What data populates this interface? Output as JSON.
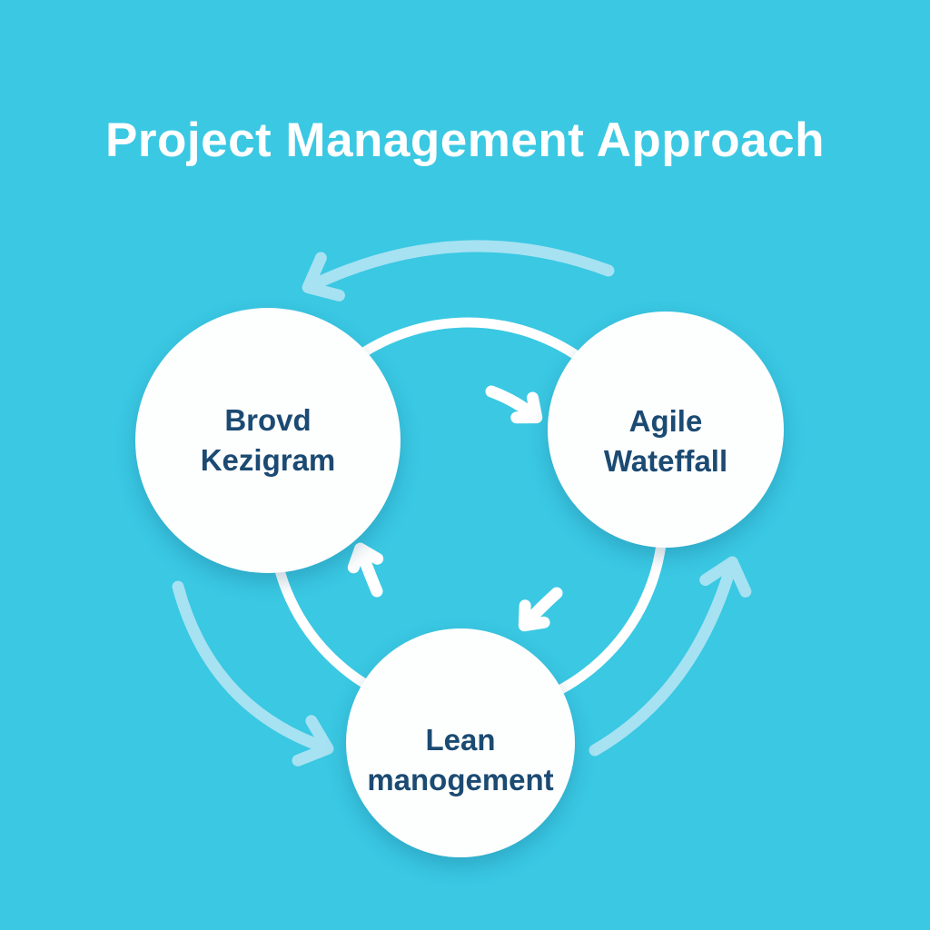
{
  "title": "Project Management Approach",
  "diagram": {
    "type": "cycle",
    "nodes": [
      {
        "position": "left",
        "label_line1": "Brovd",
        "label_line2": "Kezigram"
      },
      {
        "position": "right",
        "label_line1": "Agile",
        "label_line2": "Wateffall"
      },
      {
        "position": "bottom",
        "label_line1": "Lean",
        "label_line2": "manogement"
      }
    ],
    "inner_arrow_flow": "clockwise",
    "outer_arrow_flow": "counterclockwise"
  },
  "colors": {
    "background": "#3AC8E3",
    "node_fill": "#FDFEFE",
    "node_text": "#1B4A72",
    "title_text": "#FFFFFF",
    "connector_ring": "#FFFFFF",
    "inner_arrow": "#FFFFFF",
    "outer_arrow": "#A6E2F2"
  }
}
